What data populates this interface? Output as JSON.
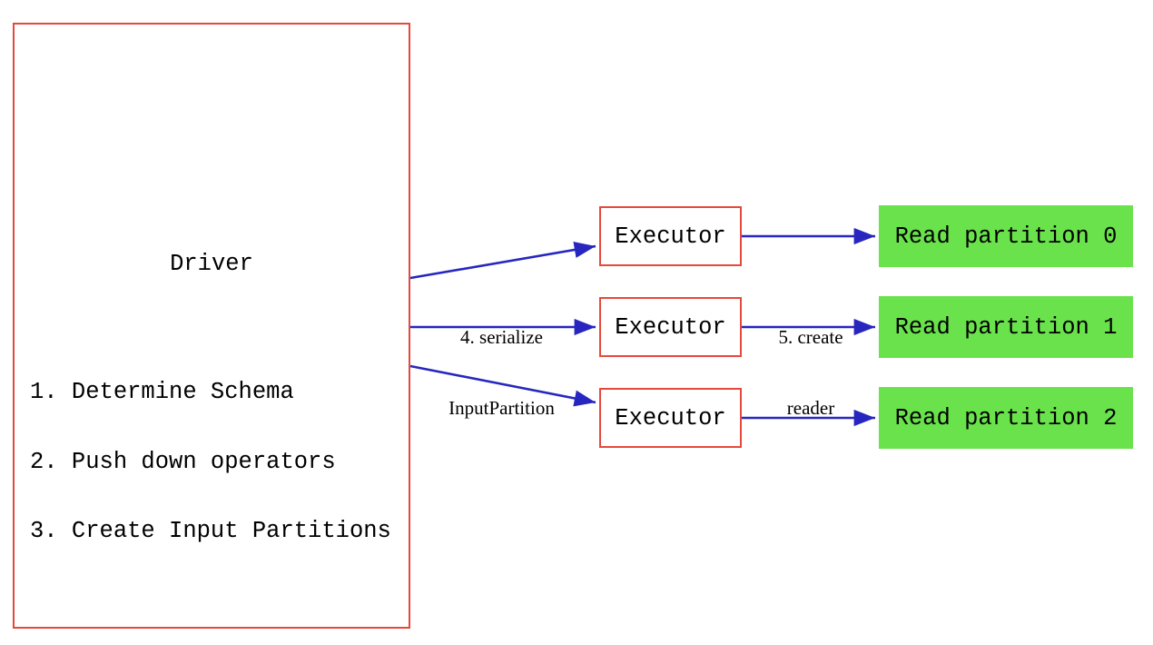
{
  "colors": {
    "background": "#ffffff",
    "box_border_red": "#e6493c",
    "arrow_blue": "#2727bf",
    "partition_green": "#6ae24c",
    "text_black": "#000000"
  },
  "driver": {
    "title": "Driver",
    "steps": [
      "1. Determine Schema",
      "2. Push down operators",
      "3. Create Input Partitions"
    ]
  },
  "executors": [
    {
      "label": "Executor"
    },
    {
      "label": "Executor"
    },
    {
      "label": "Executor"
    }
  ],
  "partitions": [
    {
      "label": "Read partition 0"
    },
    {
      "label": "Read partition 1"
    },
    {
      "label": "Read partition 2"
    }
  ],
  "edge_labels": {
    "serialize": {
      "line1": "4. serialize",
      "line2": "InputPartition"
    },
    "create_reader": {
      "line1": "5. create",
      "line2": "reader"
    }
  }
}
